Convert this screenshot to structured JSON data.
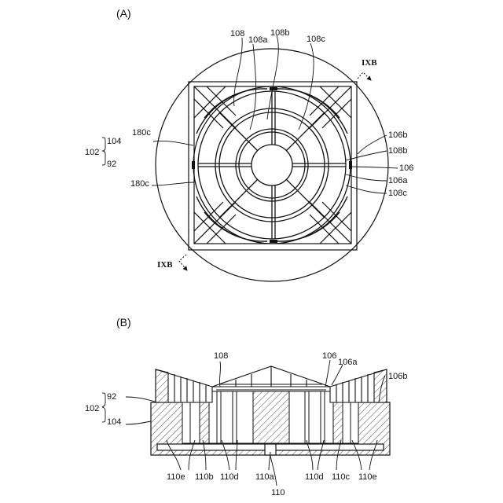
{
  "figure_a": {
    "panel_label": "(A)",
    "labels": {
      "l108": "108",
      "l108a": "108a",
      "l108b_top": "108b",
      "l108c_top": "108c",
      "ixb_top": "IXB",
      "l180c_upper": "180c",
      "l104": "104",
      "l102": "102",
      "l92": "92",
      "l180c_lower": "180c",
      "l106b": "106b",
      "l108b_right": "108b",
      "l106": "106",
      "l106a": "106a",
      "l108c_right": "108c",
      "ixb_bottom": "IXB"
    }
  },
  "figure_b": {
    "panel_label": "(B)",
    "labels": {
      "l108": "108",
      "l106": "106",
      "l106a": "106a",
      "l106b": "106b",
      "l92": "92",
      "l102": "102",
      "l104": "104",
      "l110e_left": "110e",
      "l110b": "110b",
      "l110d_left": "110d",
      "l110a": "110a",
      "l110": "110",
      "l110d_right": "110d",
      "l110c": "110c",
      "l110e_right": "110e"
    }
  }
}
